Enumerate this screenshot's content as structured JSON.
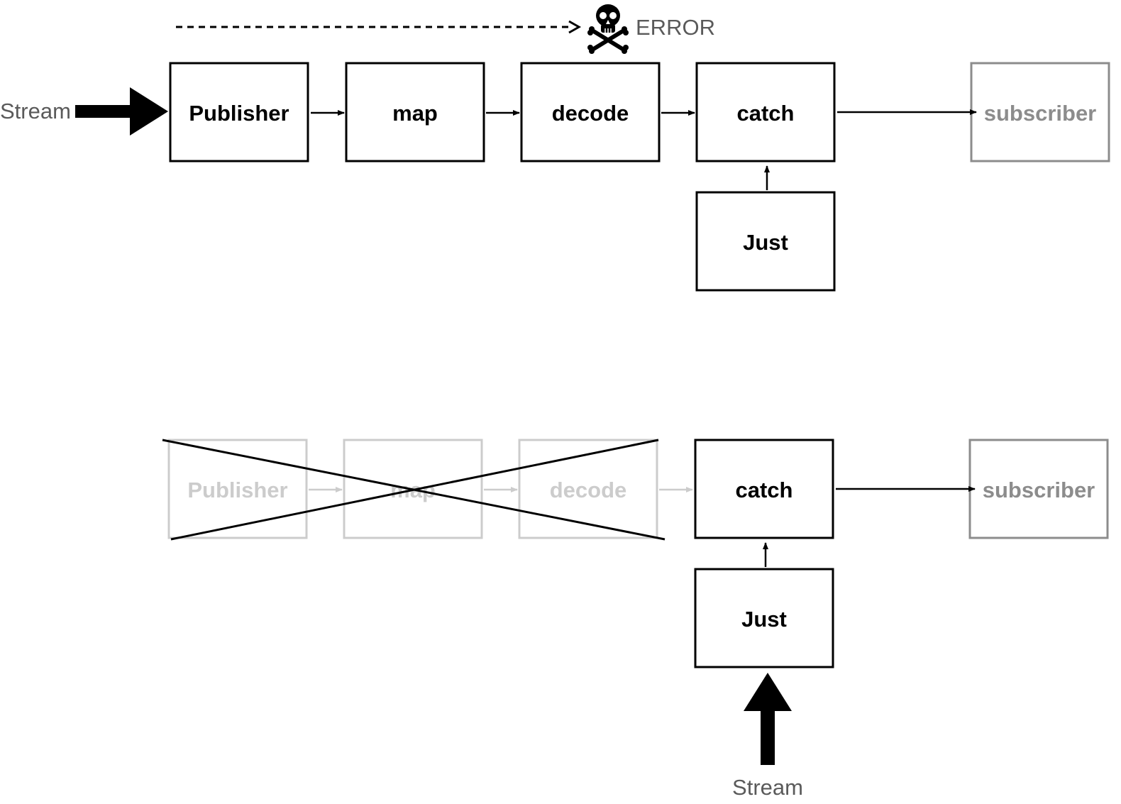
{
  "colors": {
    "active": "#000000",
    "subscriber": "#8c8c8c",
    "faded": "#cccccc",
    "label": "#5a5a5a"
  },
  "top": {
    "stream_label": "Stream",
    "error_label": "ERROR",
    "error_icon": "skull-crossbones-icon",
    "publisher": "Publisher",
    "map": "map",
    "decode": "decode",
    "catch": "catch",
    "subscriber": "subscriber",
    "just": "Just"
  },
  "bottom": {
    "publisher": "Publisher",
    "map": "map",
    "decode": "decode",
    "catch": "catch",
    "subscriber": "subscriber",
    "just": "Just",
    "stream_label": "Stream"
  }
}
